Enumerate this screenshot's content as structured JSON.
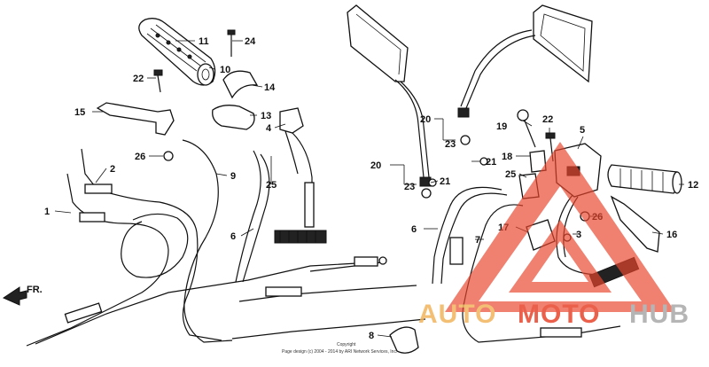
{
  "diagram": {
    "labels": {
      "p1": "1",
      "p2": "2",
      "p3": "3",
      "p4": "4",
      "p5": "5",
      "p6a": "6",
      "p6b": "6",
      "p7": "7",
      "p8": "8",
      "p9": "9",
      "p10": "10",
      "p11": "11",
      "p12": "12",
      "p13": "13",
      "p14": "14",
      "p15": "15",
      "p16": "16",
      "p17": "17",
      "p18": "18",
      "p19": "19",
      "p20a": "20",
      "p20b": "20",
      "p21a": "21",
      "p21b": "21",
      "p22a": "22",
      "p22b": "22",
      "p23a": "23",
      "p23b": "23",
      "p24": "24",
      "p25a": "25",
      "p25b": "25",
      "p26a": "26",
      "p26b": "26"
    },
    "direction": "FR.",
    "copyright": {
      "line1": "Copyright",
      "line2": "Page design (c) 2004 - 2014 by ARI Network Services, Inc."
    }
  },
  "watermark": {
    "part1": "AUTO",
    "part2": "MOTO",
    "part3": "HUB",
    "colors": {
      "auto": "#f2b55e",
      "moto": "#e8452c",
      "hub": "#a9a9a9",
      "triangle": "#e8452c"
    }
  }
}
